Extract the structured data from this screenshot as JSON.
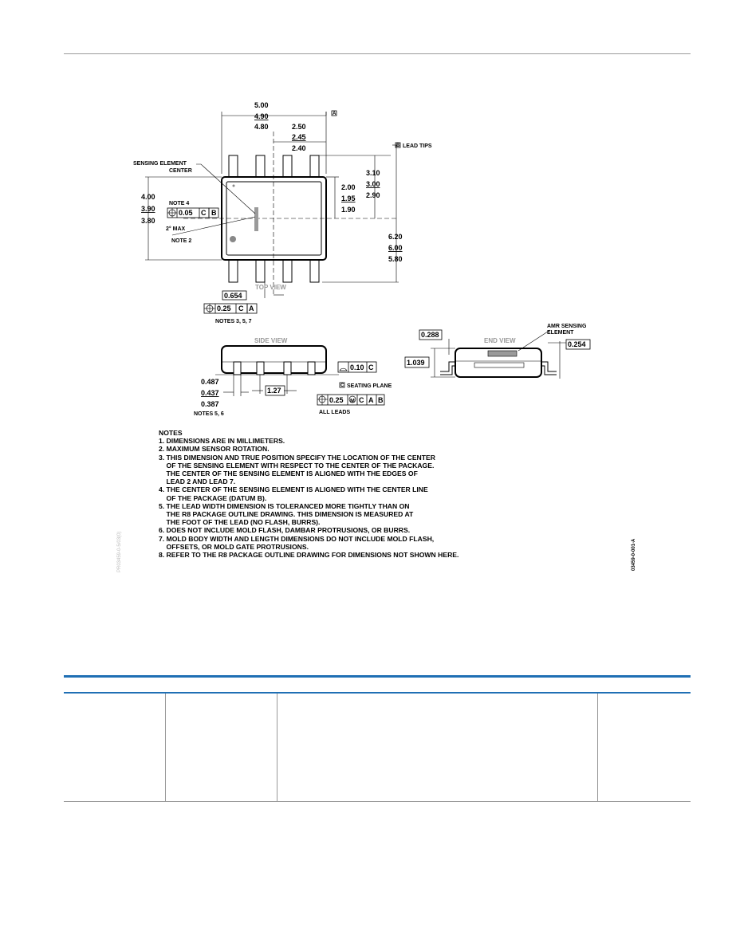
{
  "drawing": {
    "top_view_label": "TOP VIEW",
    "side_view_label": "SIDE VIEW",
    "end_view_label": "END VIEW",
    "dims": {
      "length_max": "5.00",
      "length_nom": "4.90",
      "length_min": "4.80",
      "half_max": "2.50",
      "half_nom": "2.45",
      "half_min": "2.40",
      "width_max": "4.00",
      "width_nom": "3.90",
      "width_min": "3.80",
      "center_max": "2.00",
      "center_nom": "1.95",
      "center_min": "1.90",
      "edge_max": "3.10",
      "edge_nom": "3.00",
      "edge_min": "2.90",
      "overall_max": "6.20",
      "overall_nom": "6.00",
      "overall_min": "5.80",
      "pitch_half": "0.654",
      "pitch": "1.27",
      "lead_w_max": "0.487",
      "lead_w_nom": "0.437",
      "lead_w_min": "0.387",
      "end_top": "0.288",
      "end_height": "1.039",
      "end_lead": "0.254"
    },
    "callouts": {
      "datum_a": "A",
      "lead_tips": "LEAD TIPS",
      "datum_b": "B",
      "sensing_element": "SENSING ELEMENT",
      "center": "CENTER",
      "note4": "NOTE 4",
      "pos_tol": "0.05",
      "c": "C",
      "b": "B",
      "max_rot": "2° MAX",
      "note2": "NOTE 2",
      "pos_tol2": "0.25",
      "a": "A",
      "notes_357": "NOTES 3, 5, 7",
      "flatness": "0.10",
      "seating_plane": "SEATING PLANE",
      "pos_tol3": "0.25",
      "m": "M",
      "all_leads": "ALL LEADS",
      "notes_56": "NOTES 5, 6",
      "amr_1": "AMR SENSING",
      "amr_2": "ELEMENT"
    },
    "figure_id": "03459-0-001-A",
    "side_code": "PR03459-0-5/03(0)"
  },
  "notes": {
    "title": "NOTES",
    "lines": [
      "1. DIMENSIONS ARE IN MILLIMETERS.",
      "2. MAXIMUM SENSOR ROTATION.",
      "3. THIS DIMENSION AND TRUE POSITION SPECIFY THE LOCATION OF THE CENTER",
      "    OF THE SENSING ELEMENT WITH RESPECT TO THE CENTER OF THE PACKAGE.",
      "    THE CENTER OF THE SENSING ELEMENT IS ALIGNED WITH THE EDGES OF",
      "    LEAD 2 AND LEAD 7.",
      "4. THE CENTER OF THE SENSING ELEMENT IS ALIGNED WITH THE CENTER LINE",
      "    OF THE PACKAGE (DATUM B).",
      "5. THE LEAD WIDTH DIMENSION IS TOLERANCED MORE TIGHTLY THAN ON",
      "    THE R8 PACKAGE OUTLINE DRAWING. THIS DIMENSION IS MEASURED AT",
      "    THE FOOT OF THE LEAD (NO FLASH, BURRS).",
      "6. DOES NOT INCLUDE MOLD FLASH, DAMBAR PROTRUSIONS, OR BURRS.",
      "7. MOLD BODY WIDTH AND LENGTH DIMENSIONS DO NOT INCLUDE MOLD FLASH,",
      "    OFFSETS, OR MOLD GATE PROTRUSIONS.",
      "8. REFER TO THE R8 PACKAGE OUTLINE DRAWING FOR DIMENSIONS NOT SHOWN HERE."
    ]
  },
  "colors": {
    "accent": "#1f6fb4",
    "rule": "#9a9a9a"
  }
}
